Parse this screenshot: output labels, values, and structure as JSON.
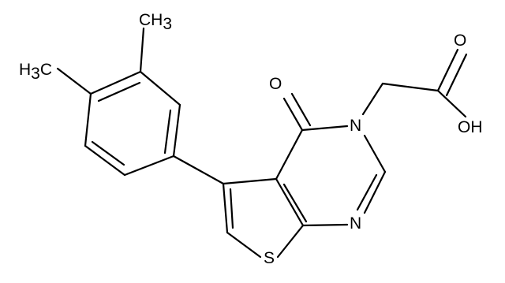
{
  "structure": {
    "atoms": {
      "ch3_top": "CH",
      "ch3_top_sub": "3",
      "ch3_left_main": "H",
      "ch3_left_sub": "3",
      "ch3_left_c": "C",
      "carbonyl_o": "O",
      "ring_n3": "N",
      "ring_n1": "N",
      "sulfur": "S",
      "acid_o": "O",
      "acid_oh": "OH"
    },
    "colors": {
      "bond": "#000000",
      "label": "#000000",
      "background": "#ffffff"
    }
  }
}
